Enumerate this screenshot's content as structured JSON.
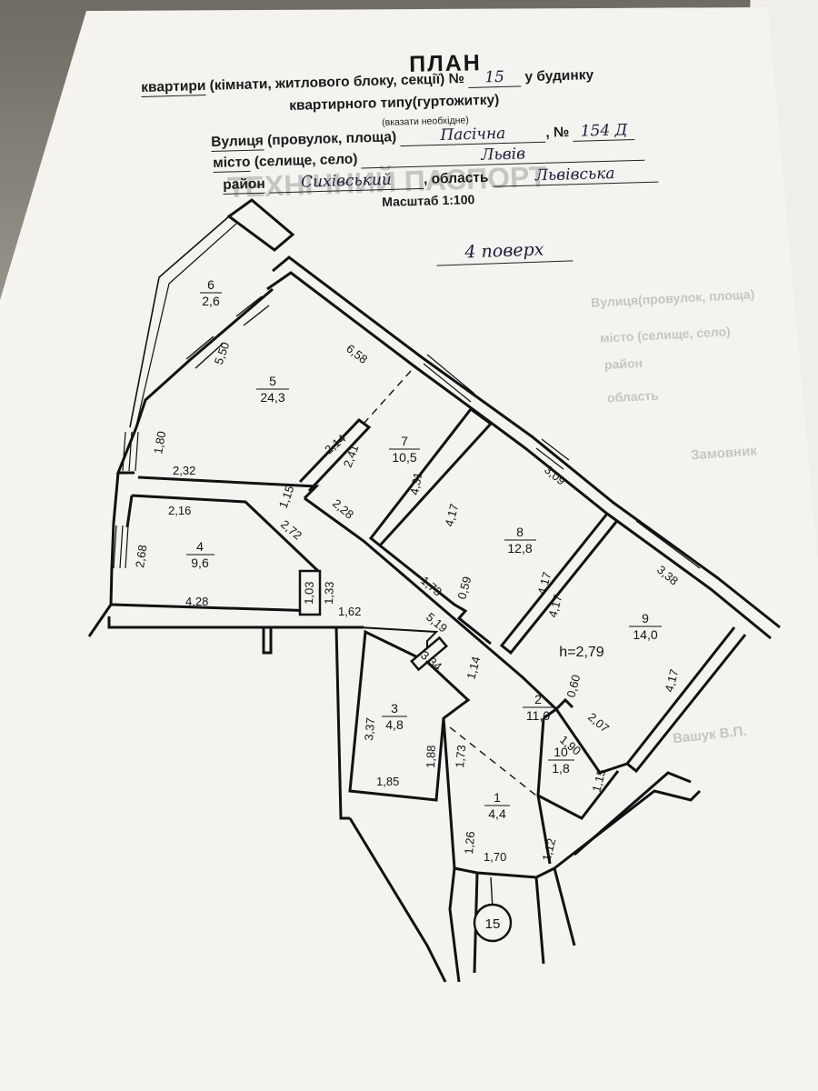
{
  "header": {
    "title": "ПЛАН",
    "line1_prefix": "квартири",
    "line1_rest": " (кімнати, житлового блоку, секції) №",
    "apartment_no": "15",
    "line1_suffix": "у будинку",
    "line2": "квартирного типу(гуртожитку)",
    "note": "(вказати необхідне)",
    "street_label": "Вулиця",
    "street_note": " (провулок, площа)",
    "street_value": "Пасічна",
    "house_label": ", №",
    "house_value": "154 Д",
    "city_label": "місто",
    "city_note": " (селище, село)",
    "city_value": "Львів",
    "district_label": "район",
    "district_value": "Сихівський",
    "region_label": ", область",
    "region_value": "Львівська",
    "scale": "Масштаб 1:100"
  },
  "floor_label": "4 поверх",
  "entrance_no": "15",
  "ceiling_height": "h=2,79",
  "rooms": [
    {
      "no": "1",
      "area": "4,4"
    },
    {
      "no": "2",
      "area": "11,0"
    },
    {
      "no": "3",
      "area": "4,8"
    },
    {
      "no": "4",
      "area": "9,6"
    },
    {
      "no": "5",
      "area": "24,3"
    },
    {
      "no": "6",
      "area": "2,6"
    },
    {
      "no": "7",
      "area": "10,5"
    },
    {
      "no": "8",
      "area": "12,8"
    },
    {
      "no": "9",
      "area": "14,0"
    },
    {
      "no": "10",
      "area": "1,8"
    }
  ],
  "dimensions": [
    "5,50",
    "6,58",
    "1,80",
    "2,32",
    "2,14",
    "2,41",
    "4,31",
    "1,15",
    "2,28",
    "2,72",
    "2,16",
    "2,68",
    "4,28",
    "1,03",
    "1,33",
    "1,62",
    "3,09",
    "4,17",
    "4,17",
    "1,73",
    "0,59",
    "5,19",
    "3,38",
    "4,17",
    "3,34",
    "1,14",
    "0,60",
    "2,07",
    "1,90",
    "1,15",
    "3,37",
    "1,88",
    "1,73",
    "1,85",
    "1,26",
    "1,70",
    "1,12",
    "4,17"
  ],
  "ghost_text": [
    "ТЕХНІЧНИЙ ПАСПОРТ",
    "Вулиця(провулок, площа)",
    "місто (селище, село)",
    "район",
    "область",
    "Замовник",
    "Вашук В.П."
  ]
}
